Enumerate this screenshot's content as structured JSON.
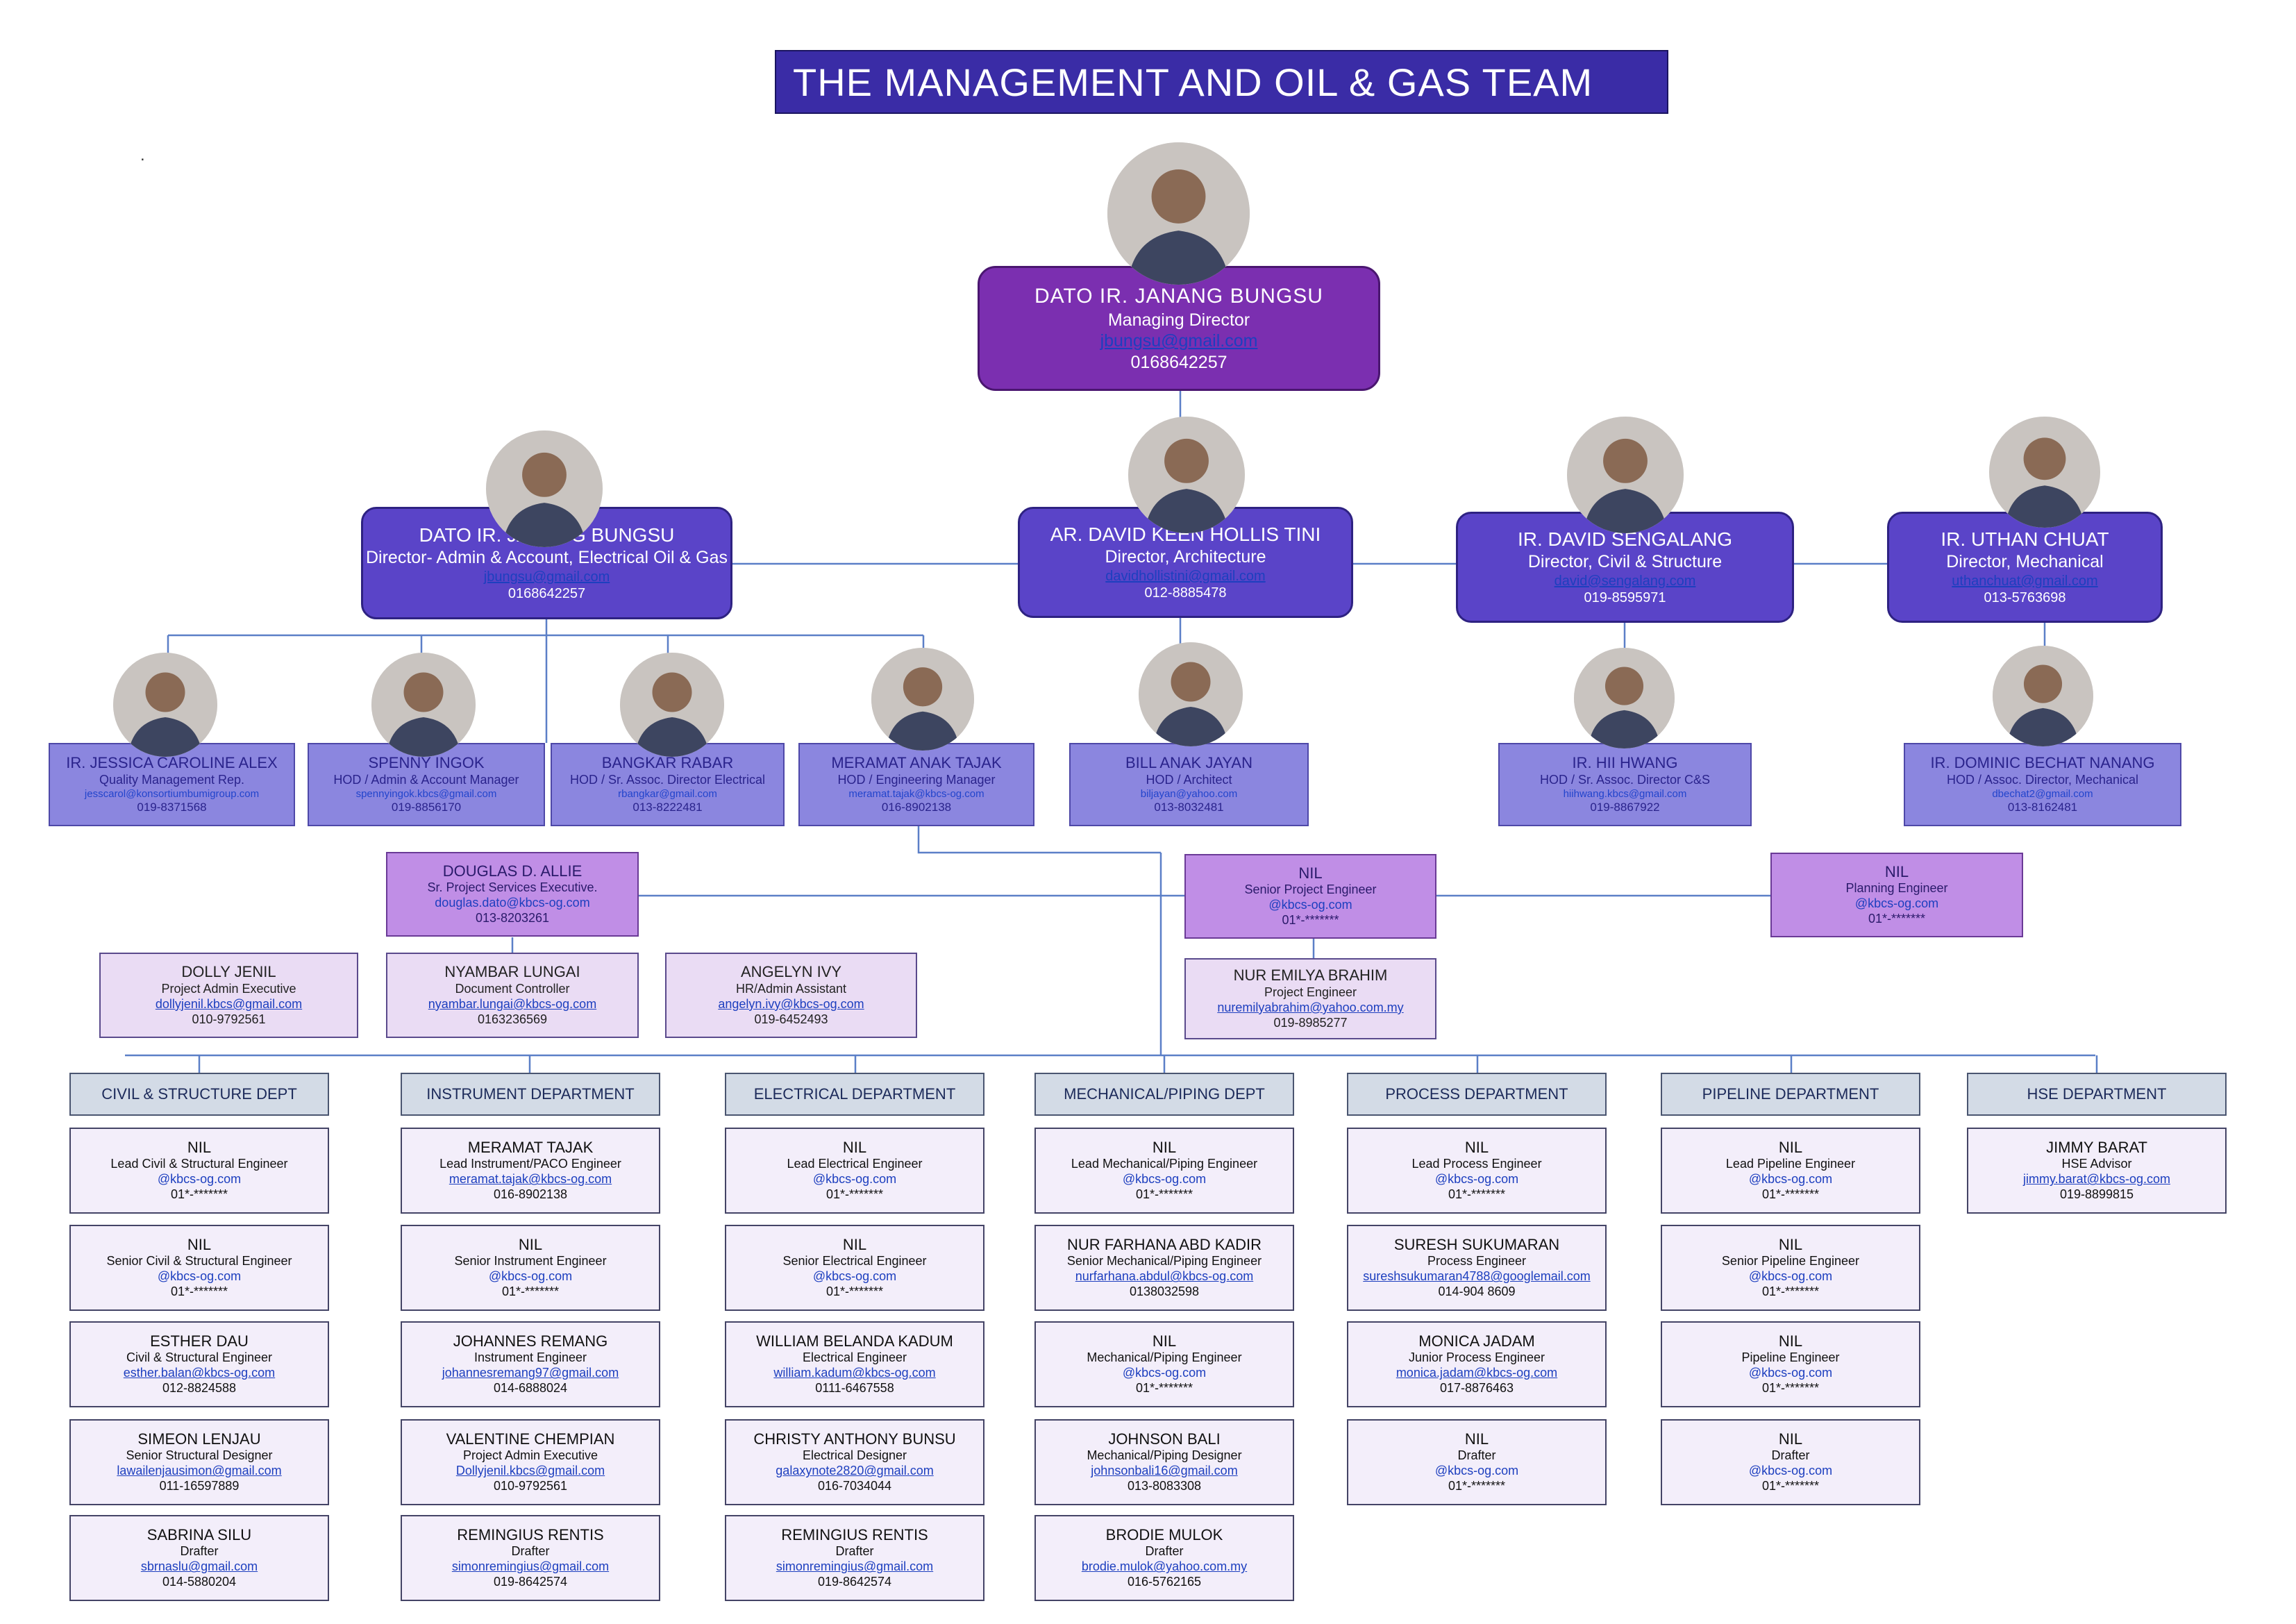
{
  "title": "THE MANAGEMENT AND OIL & GAS TEAM",
  "dot": ".",
  "lead": {
    "name": "DATO IR. JANANG BUNGSU",
    "role": "Managing Director",
    "email": "jbungsu@gmail.com",
    "phone": "0168642257"
  },
  "directors": [
    {
      "name": "DATO IR. JANANG BUNGSU",
      "role": "Director- Admin & Account, Electrical Oil & Gas",
      "email": "jbungsu@gmail.com",
      "phone": "0168642257"
    },
    {
      "name": "AR. DAVID KEEN HOLLIS TINI",
      "role": "Director, Architecture",
      "email": "davidhollistini@gmail.com",
      "phone": "012-8885478"
    },
    {
      "name": "IR. DAVID SENGALANG",
      "role": "Director, Civil & Structure",
      "email": "david@sengalang.com",
      "phone": "019-8595971"
    },
    {
      "name": "IR. UTHAN CHUAT",
      "role": "Director, Mechanical",
      "email": "uthanchuat@gmail.com",
      "phone": "013-5763698"
    }
  ],
  "hods": [
    {
      "name": "IR. JESSICA CAROLINE ALEX",
      "role": "Quality Management Rep.",
      "email": "jesscarol@konsortiumbumigroup.com",
      "phone": "019-8371568"
    },
    {
      "name": "SPENNY INGOK",
      "role": "HOD / Admin & Account Manager",
      "email": "spennyingok.kbcs@gmail.com",
      "phone": "019-8856170"
    },
    {
      "name": "BANGKAR RABAR",
      "role": "HOD / Sr. Assoc. Director Electrical",
      "email": "rbangkar@gmail.com",
      "phone": "013-8222481"
    },
    {
      "name": "MERAMAT ANAK TAJAK",
      "role": "HOD / Engineering Manager",
      "email": "meramat.tajak@kbcs-og.com",
      "phone": "016-8902138"
    },
    {
      "name": "BILL ANAK JAYAN",
      "role": "HOD / Architect",
      "email": "biljayan@yahoo.com",
      "phone": "013-8032481"
    },
    {
      "name": "IR. HII HWANG",
      "role": "HOD / Sr. Assoc. Director C&S",
      "email": "hiihwang.kbcs@gmail.com",
      "phone": "019-8867922"
    },
    {
      "name": "IR. DOMINIC BECHAT NANANG",
      "role": "HOD / Assoc. Director, Mechanical",
      "email": "dbechat2@gmail.com",
      "phone": "013-8162481"
    }
  ],
  "project": [
    {
      "name": "DOUGLAS D. ALLIE",
      "role": "Sr. Project Services Executive.",
      "email": "douglas.dato@kbcs-og.com",
      "phone": "013-8203261"
    },
    {
      "name": "NIL",
      "role": "Senior Project Engineer",
      "email": "@kbcs-og.com",
      "phone": "01*-*******"
    },
    {
      "name": "NIL",
      "role": "Planning Engineer",
      "email": "@kbcs-og.com",
      "phone": "01*-*******"
    },
    {
      "name": "NUR EMILYA BRAHIM",
      "role": "Project Engineer",
      "email": "nuremilyabrahim@yahoo.com.my",
      "phone": "019-8985277"
    }
  ],
  "admin": [
    {
      "name": "DOLLY JENIL",
      "role": "Project Admin Executive",
      "email": "dollyjenil.kbcs@gmail.com",
      "phone": "010-9792561"
    },
    {
      "name": "NYAMBAR LUNGAI",
      "role": "Document Controller",
      "email": "nyambar.lungai@kbcs-og.com",
      "phone": "0163236569"
    },
    {
      "name": "ANGELYN IVY",
      "role": "HR/Admin Assistant",
      "email": "angelyn.ivy@kbcs-og.com",
      "phone": "019-6452493"
    }
  ],
  "departments": [
    {
      "label": "CIVIL & STRUCTURE DEPT",
      "staff": [
        {
          "name": "NIL",
          "role": "Lead Civil & Structural Engineer",
          "email": "@kbcs-og.com",
          "phone": "01*-*******"
        },
        {
          "name": "NIL",
          "role": "Senior Civil & Structural Engineer",
          "email": "@kbcs-og.com",
          "phone": "01*-*******"
        },
        {
          "name": "ESTHER DAU",
          "role": "Civil & Structural Engineer",
          "email": "esther.balan@kbcs-og.com",
          "phone": "012-8824588"
        },
        {
          "name": "SIMEON LENJAU",
          "role": "Senior Structural Designer",
          "email": "lawailenjausimon@gmail.com",
          "phone": "011-16597889"
        },
        {
          "name": "SABRINA SILU",
          "role": "Drafter",
          "email": "sbrnaslu@gmail.com",
          "phone": "014-5880204"
        }
      ]
    },
    {
      "label": "INSTRUMENT DEPARTMENT",
      "staff": [
        {
          "name": "MERAMAT TAJAK",
          "role": "Lead Instrument/PACO Engineer",
          "email": "meramat.tajak@kbcs-og.com",
          "phone": "016-8902138"
        },
        {
          "name": "NIL",
          "role": "Senior Instrument Engineer",
          "email": "@kbcs-og.com",
          "phone": "01*-*******"
        },
        {
          "name": "JOHANNES REMANG",
          "role": "Instrument Engineer",
          "email": "johannesremang97@gmail.com",
          "phone": "014-6888024"
        },
        {
          "name": "VALENTINE CHEMPIAN",
          "role": "Project Admin Executive",
          "email": "Dollyjenil.kbcs@gmail.com",
          "phone": "010-9792561"
        },
        {
          "name": "REMINGIUS RENTIS",
          "role": "Drafter",
          "email": "simonremingius@gmail.com",
          "phone": "019-8642574"
        }
      ]
    },
    {
      "label": "ELECTRICAL DEPARTMENT",
      "staff": [
        {
          "name": "NIL",
          "role": "Lead Electrical Engineer",
          "email": "@kbcs-og.com",
          "phone": "01*-*******"
        },
        {
          "name": "NIL",
          "role": "Senior Electrical Engineer",
          "email": "@kbcs-og.com",
          "phone": "01*-*******"
        },
        {
          "name": "WILLIAM BELANDA KADUM",
          "role": "Electrical Engineer",
          "email": "william.kadum@kbcs-og.com",
          "phone": "0111-6467558"
        },
        {
          "name": "CHRISTY ANTHONY BUNSU",
          "role": "Electrical Designer",
          "email": "galaxynote2820@gmail.com",
          "phone": "016-7034044"
        },
        {
          "name": "REMINGIUS RENTIS",
          "role": "Drafter",
          "email": "simonremingius@gmail.com",
          "phone": "019-8642574"
        }
      ]
    },
    {
      "label": "MECHANICAL/PIPING DEPT",
      "staff": [
        {
          "name": "NIL",
          "role": "Lead Mechanical/Piping Engineer",
          "email": "@kbcs-og.com",
          "phone": "01*-*******"
        },
        {
          "name": "NUR FARHANA ABD KADIR",
          "role": "Senior Mechanical/Piping Engineer",
          "email": "nurfarhana.abdul@kbcs-og.com",
          "phone": "0138032598"
        },
        {
          "name": "NIL",
          "role": "Mechanical/Piping Engineer",
          "email": "@kbcs-og.com",
          "phone": "01*-*******"
        },
        {
          "name": "JOHNSON BALI",
          "role": "Mechanical/Piping Designer",
          "email": "johnsonbali16@gmail.com",
          "phone": "013-8083308"
        },
        {
          "name": "BRODIE MULOK",
          "role": "Drafter",
          "email": "brodie.mulok@yahoo.com.my",
          "phone": "016-5762165"
        }
      ]
    },
    {
      "label": "PROCESS DEPARTMENT",
      "staff": [
        {
          "name": "NIL",
          "role": "Lead Process Engineer",
          "email": "@kbcs-og.com",
          "phone": "01*-*******"
        },
        {
          "name": "SURESH SUKUMARAN",
          "role": "Process Engineer",
          "email": "sureshsukumaran4788@googlemail.com",
          "phone": "014-904 8609"
        },
        {
          "name": "MONICA JADAM",
          "role": "Junior Process Engineer",
          "email": "monica.jadam@kbcs-og.com",
          "phone": "017-8876463"
        },
        {
          "name": "NIL",
          "role": "Drafter",
          "email": "@kbcs-og.com",
          "phone": "01*-*******"
        }
      ]
    },
    {
      "label": "PIPELINE DEPARTMENT",
      "staff": [
        {
          "name": "NIL",
          "role": "Lead Pipeline Engineer",
          "email": "@kbcs-og.com",
          "phone": "01*-*******"
        },
        {
          "name": "NIL",
          "role": "Senior Pipeline Engineer",
          "email": "@kbcs-og.com",
          "phone": "01*-*******"
        },
        {
          "name": "NIL",
          "role": "Pipeline Engineer",
          "email": "@kbcs-og.com",
          "phone": "01*-*******"
        },
        {
          "name": "NIL",
          "role": "Drafter",
          "email": "@kbcs-og.com",
          "phone": "01*-*******"
        }
      ]
    },
    {
      "label": "HSE DEPARTMENT",
      "staff": [
        {
          "name": "JIMMY BARAT",
          "role": "HSE Advisor",
          "email": "jimmy.barat@kbcs-og.com",
          "phone": "019-8899815"
        }
      ]
    }
  ],
  "colors": {
    "title_bg": "#3a2ca6",
    "lead_bg": "#7b2fb0",
    "director_bg": "#5a44c8",
    "hod_bg": "#8b86df",
    "project_bg": "#c08ee6",
    "admin_bg": "#eadcf4",
    "dept_bg": "#d3dbe6",
    "staff_bg": "#f3eefa",
    "line": "#5b7fc7"
  }
}
